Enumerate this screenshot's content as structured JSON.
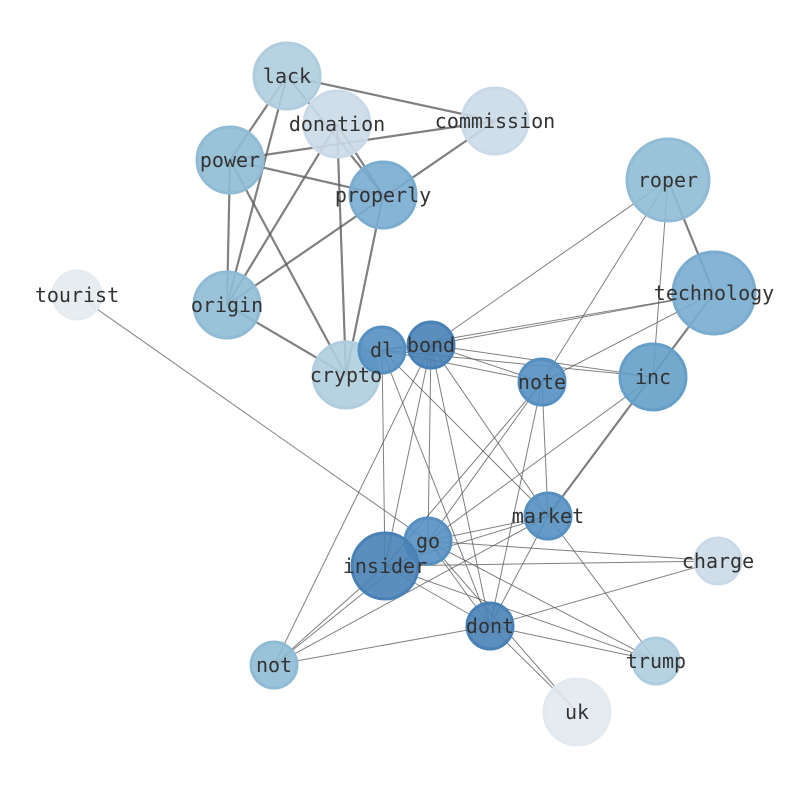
{
  "nodes": [
    {
      "id": "lack",
      "color": "#b8d8ea"
    },
    {
      "id": "donation",
      "color": "#d6e5f4"
    },
    {
      "id": "commission",
      "color": "#d6e5f4"
    },
    {
      "id": "power",
      "color": "#97c5e0"
    },
    {
      "id": "properly",
      "color": "#80b5da"
    },
    {
      "id": "roper",
      "color": "#97c5e0"
    },
    {
      "id": "tourist",
      "color": "#f2f7fd"
    },
    {
      "id": "origin",
      "color": "#97c5e0"
    },
    {
      "id": "technology",
      "color": "#80b5da"
    },
    {
      "id": "crypto",
      "color": "#b8d8ea"
    },
    {
      "id": "dl",
      "color": "#5b98cb"
    },
    {
      "id": "bond",
      "color": "#4d88c0"
    },
    {
      "id": "note",
      "color": "#5b98cb"
    },
    {
      "id": "inc",
      "color": "#6aa7d2"
    },
    {
      "id": "market",
      "color": "#5b98cb"
    },
    {
      "id": "go",
      "color": "#5b98cb"
    },
    {
      "id": "charge",
      "color": "#d6e5f4"
    },
    {
      "id": "insider",
      "color": "#4d88c0"
    },
    {
      "id": "dont",
      "color": "#4d88c0"
    },
    {
      "id": "not",
      "color": "#97c5e0"
    },
    {
      "id": "trump",
      "color": "#b8d8ea"
    },
    {
      "id": "uk",
      "color": "#f0f5fc"
    }
  ],
  "edges_strong": [
    [
      "lack",
      "commission"
    ],
    [
      "lack",
      "power"
    ],
    [
      "lack",
      "origin"
    ],
    [
      "lack",
      "properly"
    ],
    [
      "commission",
      "power"
    ],
    [
      "commission",
      "origin"
    ],
    [
      "donation",
      "crypto"
    ],
    [
      "donation",
      "origin"
    ],
    [
      "donation",
      "properly"
    ],
    [
      "power",
      "properly"
    ],
    [
      "power",
      "origin"
    ],
    [
      "power",
      "crypto"
    ],
    [
      "origin",
      "crypto"
    ],
    [
      "properly",
      "crypto"
    ],
    [
      "roper",
      "technology"
    ],
    [
      "technology",
      "market"
    ]
  ],
  "edges_weak": [
    [
      "tourist",
      "go"
    ],
    [
      "roper",
      "bond"
    ],
    [
      "roper",
      "note"
    ],
    [
      "roper",
      "inc"
    ],
    [
      "technology",
      "bond"
    ],
    [
      "technology",
      "dl"
    ],
    [
      "technology",
      "note"
    ],
    [
      "dl",
      "bond"
    ],
    [
      "dl",
      "note"
    ],
    [
      "dl",
      "inc"
    ],
    [
      "bond",
      "inc"
    ],
    [
      "bond",
      "note"
    ],
    [
      "dl",
      "insider"
    ],
    [
      "dl",
      "dont"
    ],
    [
      "dl",
      "market"
    ],
    [
      "bond",
      "market"
    ],
    [
      "bond",
      "go"
    ],
    [
      "bond",
      "insider"
    ],
    [
      "bond",
      "dont"
    ],
    [
      "bond",
      "not"
    ],
    [
      "note",
      "go"
    ],
    [
      "note",
      "insider"
    ],
    [
      "note",
      "dont"
    ],
    [
      "note",
      "market"
    ],
    [
      "inc",
      "go"
    ],
    [
      "market",
      "go"
    ],
    [
      "market",
      "insider"
    ],
    [
      "market",
      "not"
    ],
    [
      "market",
      "dont"
    ],
    [
      "market",
      "trump"
    ],
    [
      "go",
      "charge"
    ],
    [
      "insider",
      "charge"
    ],
    [
      "go",
      "dont"
    ],
    [
      "go",
      "trump"
    ],
    [
      "go",
      "uk"
    ],
    [
      "insider",
      "dont"
    ],
    [
      "insider",
      "trump"
    ],
    [
      "insider",
      "not"
    ],
    [
      "go",
      "not"
    ],
    [
      "dont",
      "not"
    ],
    [
      "dont",
      "trump"
    ],
    [
      "dont",
      "uk"
    ],
    [
      "dont",
      "charge"
    ]
  ]
}
